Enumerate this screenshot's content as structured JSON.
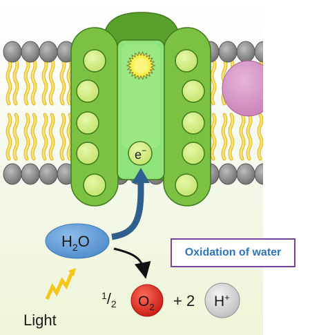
{
  "diagram": {
    "water_label": "H",
    "water_sub": "2",
    "water_label_end": "O",
    "electron_label": "e",
    "electron_sup": "−",
    "light_label": "Light",
    "product_half_num": "1",
    "product_half_den": "2",
    "oxygen_label": "O",
    "oxygen_sub": "2",
    "plus_two": "+ 2",
    "proton_label": "H",
    "proton_sup": "+",
    "callout": "Oxidation of water"
  },
  "colors": {
    "background_top": "#ffffff",
    "background_bottom": "#eef5d8",
    "protein_green": "#7cc242",
    "protein_dark_green": "#5aa02c",
    "protein_light": "#b6e36b",
    "core_light_green": "#8fe37a",
    "lipid_head": "#8c8c8c",
    "lipid_tail": "#f4d44a",
    "pink_protein": "#d899c9",
    "water_blue": "#5b9bd5",
    "arrow_blue": "#2f5f8f",
    "oxygen_red": "#e0261d",
    "proton_grey": "#d9d9d9",
    "light_yellow": "#f5c518",
    "callout_border": "#7b3fa0",
    "callout_text": "#2e74b5"
  }
}
